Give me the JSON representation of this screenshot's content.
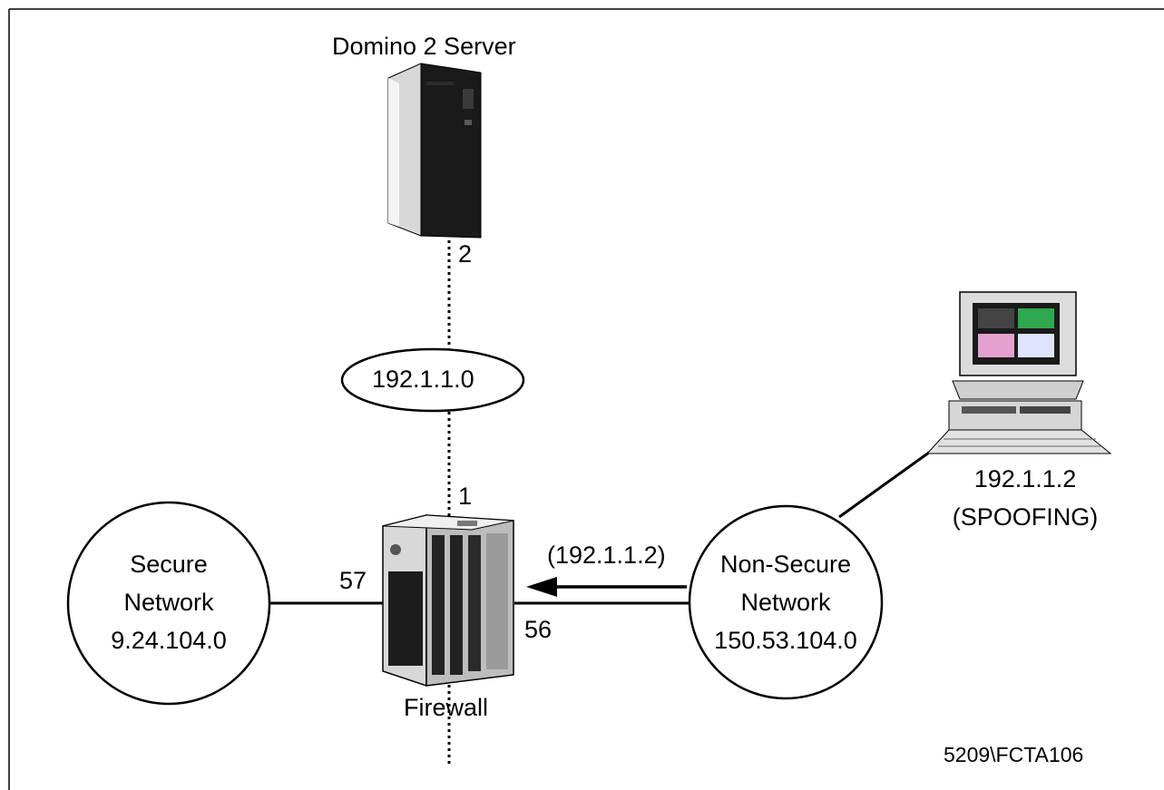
{
  "server": {
    "title": "Domino 2 Server",
    "port": "2"
  },
  "subnet": {
    "label": "192.1.1.0"
  },
  "firewall": {
    "label": "Firewall",
    "port_top": "1",
    "port_left": "57",
    "port_right": "56"
  },
  "secure_network": {
    "line1": "Secure",
    "line2": "Network",
    "line3": "9.24.104.0"
  },
  "nonsecure_network": {
    "line1": "Non-Secure",
    "line2": "Network",
    "line3": "150.53.104.0"
  },
  "packet": {
    "label": "(192.1.1.2)"
  },
  "workstation": {
    "ip": "192.1.1.2",
    "note": "(SPOOFING)"
  },
  "figure_id": "5209\\FCTA106",
  "colors": {
    "line": "#000000",
    "background": "#ffffff",
    "screen_green": "#2fa84f",
    "screen_pink": "#e4a0d0"
  }
}
